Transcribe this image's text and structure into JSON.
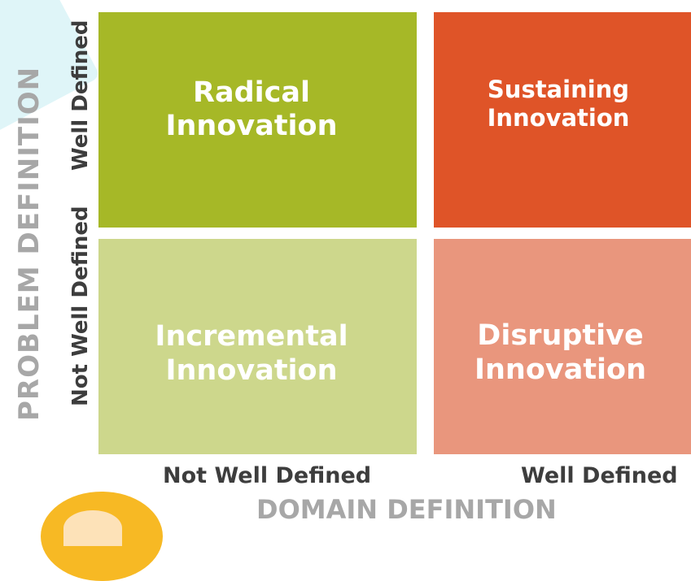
{
  "matrix": {
    "quadrants": {
      "radical": "Radical\nInnovation",
      "sustaining": "Sustaining\nInnovation",
      "incremental": "Incremental\nInnovation",
      "disruptive": "Disruptive\nInnovation"
    },
    "colors": {
      "radical": "#a6b827",
      "sustaining": "#df5428",
      "incremental": "#cdd78c",
      "disruptive": "#e9967d"
    }
  },
  "axes": {
    "y_title": "PROBLEM DEFINITION",
    "y_low": "Not Well Defined",
    "y_high": "Well Defined",
    "x_low": "Not Well Defined",
    "x_high": "Well Defined",
    "x_title": "DOMAIN DEFINITION"
  }
}
